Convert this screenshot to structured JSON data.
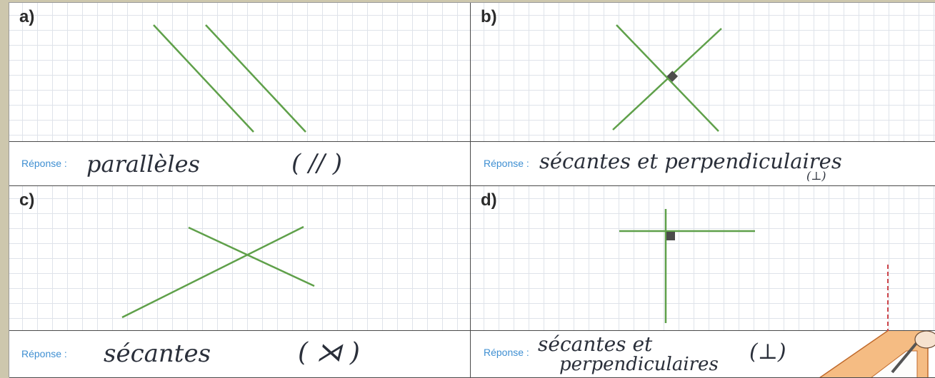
{
  "answer_label": "Réponse :",
  "panels": [
    {
      "letter": "a)",
      "answer": "parallèles",
      "symbol": "( // )"
    },
    {
      "letter": "b)",
      "answer": "sécantes et perpendiculaires",
      "symbol": "(⊥)"
    },
    {
      "letter": "c)",
      "answer": "sécantes",
      "symbol": "( ⋊ )"
    },
    {
      "letter": "d)",
      "answer_line1": "sécantes et",
      "answer_line2": "perpendiculaires",
      "symbol": "(⊥)"
    }
  ],
  "colors": {
    "line": "#5fa04a",
    "label": "#3f8fd2",
    "border": "#4a4a4a",
    "grid": "#dfe3ea"
  }
}
